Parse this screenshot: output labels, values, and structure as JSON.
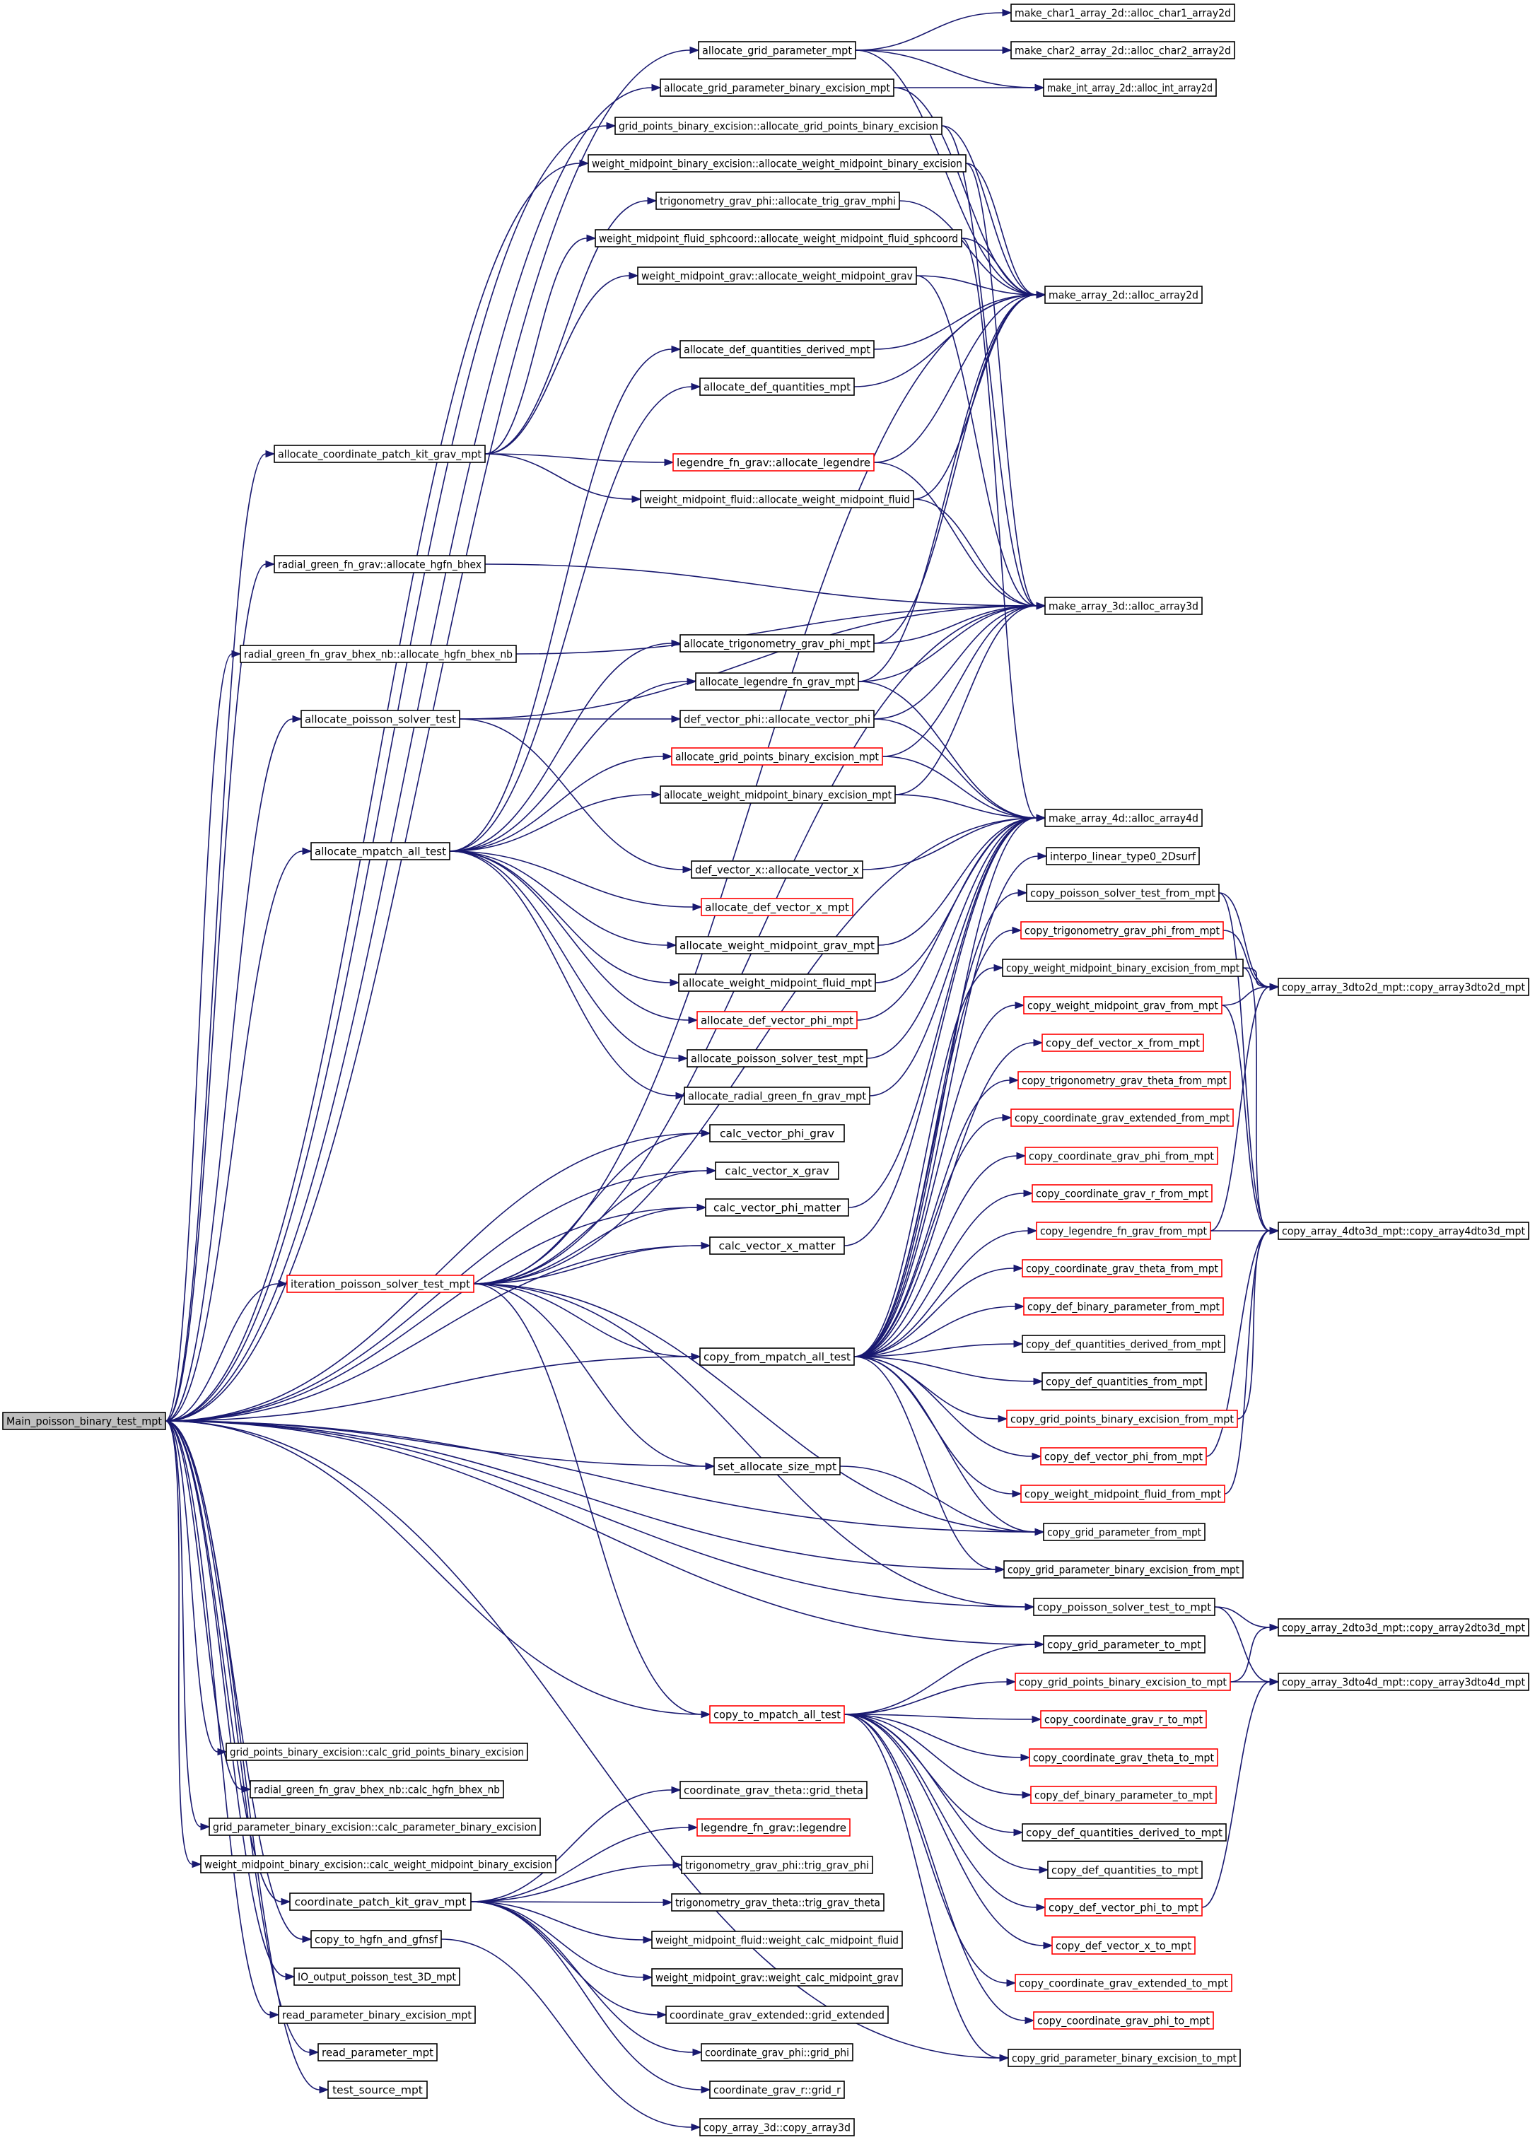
{
  "diagram": {
    "colors": {
      "edge": "#191970",
      "node_border": "#000000",
      "node_border_truncated": "#ff0000",
      "root_fill": "#bfbfbf",
      "node_fill": "#ffffff"
    },
    "nodes": [
      {
        "id": "root",
        "label": "Main_poisson_binary_test_mpt",
        "style": "root"
      },
      {
        "id": "agp",
        "label": "allocate_grid_parameter_mpt"
      },
      {
        "id": "agpbe",
        "label": "allocate_grid_parameter_binary_excision_mpt"
      },
      {
        "id": "gpbe_agp",
        "label": "grid_points_binary_excision::allocate_grid_points_binary_excision"
      },
      {
        "id": "wmbe_awm",
        "label": "weight_midpoint_binary_excision::allocate_weight_midpoint_binary_excision"
      },
      {
        "id": "tgp_atgm",
        "label": "trigonometry_grav_phi::allocate_trig_grav_mphi"
      },
      {
        "id": "wmfs_awm",
        "label": "weight_midpoint_fluid_sphcoord::allocate_weight_midpoint_fluid_sphcoord"
      },
      {
        "id": "wmg_awm",
        "label": "weight_midpoint_grav::allocate_weight_midpoint_grav"
      },
      {
        "id": "adqd",
        "label": "allocate_def_quantities_derived_mpt"
      },
      {
        "id": "adq",
        "label": "allocate_def_quantities_mpt"
      },
      {
        "id": "acpkg",
        "label": "allocate_coordinate_patch_kit_grav_mpt"
      },
      {
        "id": "lfg_al",
        "label": "legendre_fn_grav::allocate_legendre",
        "style": "truncated"
      },
      {
        "id": "wmf_awm",
        "label": "weight_midpoint_fluid::allocate_weight_midpoint_fluid"
      },
      {
        "id": "rgfg_ah",
        "label": "radial_green_fn_grav::allocate_hgfn_bhex"
      },
      {
        "id": "rgfgbn_ah",
        "label": "radial_green_fn_grav_bhex_nb::allocate_hgfn_bhex_nb"
      },
      {
        "id": "atgp",
        "label": "allocate_trigonometry_grav_phi_mpt"
      },
      {
        "id": "alfg",
        "label": "allocate_legendre_fn_grav_mpt"
      },
      {
        "id": "apst",
        "label": "allocate_poisson_solver_test"
      },
      {
        "id": "dvp_av",
        "label": "def_vector_phi::allocate_vector_phi"
      },
      {
        "id": "agpbe2",
        "label": "allocate_grid_points_binary_excision_mpt",
        "style": "truncated"
      },
      {
        "id": "awmbe",
        "label": "allocate_weight_midpoint_binary_excision_mpt"
      },
      {
        "id": "amat",
        "label": "allocate_mpatch_all_test"
      },
      {
        "id": "dvx_av",
        "label": "def_vector_x::allocate_vector_x"
      },
      {
        "id": "adv_x",
        "label": "allocate_def_vector_x_mpt",
        "style": "truncated"
      },
      {
        "id": "awmg",
        "label": "allocate_weight_midpoint_grav_mpt"
      },
      {
        "id": "awmf",
        "label": "allocate_weight_midpoint_fluid_mpt"
      },
      {
        "id": "adv_phi",
        "label": "allocate_def_vector_phi_mpt",
        "style": "truncated"
      },
      {
        "id": "apstm",
        "label": "allocate_poisson_solver_test_mpt"
      },
      {
        "id": "argfg",
        "label": "allocate_radial_green_fn_grav_mpt"
      },
      {
        "id": "cvpg",
        "label": "calc_vector_phi_grav"
      },
      {
        "id": "cvxg",
        "label": "calc_vector_x_grav"
      },
      {
        "id": "cvpm",
        "label": "calc_vector_phi_matter"
      },
      {
        "id": "cvxm",
        "label": "calc_vector_x_matter"
      },
      {
        "id": "ipst",
        "label": "iteration_poisson_solver_test_mpt",
        "style": "truncated"
      },
      {
        "id": "cfmat",
        "label": "copy_from_mpatch_all_test"
      },
      {
        "id": "sas",
        "label": "set_allocate_size_mpt"
      },
      {
        "id": "ctmat",
        "label": "copy_to_mpatch_all_test",
        "style": "truncated"
      },
      {
        "id": "gpbe_calc",
        "label": "grid_points_binary_excision::calc_grid_points_binary_excision"
      },
      {
        "id": "rgfgbn_calc",
        "label": "radial_green_fn_grav_bhex_nb::calc_hgfn_bhex_nb"
      },
      {
        "id": "gpbe_calcp",
        "label": "grid_parameter_binary_excision::calc_parameter_binary_excision"
      },
      {
        "id": "wmbe_calc",
        "label": "weight_midpoint_binary_excision::calc_weight_midpoint_binary_excision"
      },
      {
        "id": "cpkg",
        "label": "coordinate_patch_kit_grav_mpt"
      },
      {
        "id": "cthg",
        "label": "copy_to_hgfn_and_gfnsf"
      },
      {
        "id": "iop",
        "label": "IO_output_poisson_test_3D_mpt"
      },
      {
        "id": "rpbe",
        "label": "read_parameter_binary_excision_mpt"
      },
      {
        "id": "rp",
        "label": "read_parameter_mpt"
      },
      {
        "id": "tsm",
        "label": "test_source_mpt"
      },
      {
        "id": "mc1",
        "label": "make_char1_array_2d::alloc_char1_array2d"
      },
      {
        "id": "mc2",
        "label": "make_char2_array_2d::alloc_char2_array2d"
      },
      {
        "id": "mi2",
        "label": "make_int_array_2d::alloc_int_array2d"
      },
      {
        "id": "m2d",
        "label": "make_array_2d::alloc_array2d"
      },
      {
        "id": "m3d",
        "label": "make_array_3d::alloc_array3d"
      },
      {
        "id": "m4d",
        "label": "make_array_4d::alloc_array4d"
      },
      {
        "id": "ilt",
        "label": "interpo_linear_type0_2Dsurf"
      },
      {
        "id": "cpstf",
        "label": "copy_poisson_solver_test_from_mpt"
      },
      {
        "id": "ctgpf",
        "label": "copy_trigonometry_grav_phi_from_mpt",
        "style": "truncated"
      },
      {
        "id": "cwmbef",
        "label": "copy_weight_midpoint_binary_excision_from_mpt"
      },
      {
        "id": "cwmgf",
        "label": "copy_weight_midpoint_grav_from_mpt",
        "style": "truncated"
      },
      {
        "id": "cdvxf",
        "label": "copy_def_vector_x_from_mpt",
        "style": "truncated"
      },
      {
        "id": "ctgtf",
        "label": "copy_trigonometry_grav_theta_from_mpt",
        "style": "truncated"
      },
      {
        "id": "ccgef",
        "label": "copy_coordinate_grav_extended_from_mpt",
        "style": "truncated"
      },
      {
        "id": "ccgpf",
        "label": "copy_coordinate_grav_phi_from_mpt",
        "style": "truncated"
      },
      {
        "id": "ccgrf",
        "label": "copy_coordinate_grav_r_from_mpt",
        "style": "truncated"
      },
      {
        "id": "clfgf",
        "label": "copy_legendre_fn_grav_from_mpt",
        "style": "truncated"
      },
      {
        "id": "ccgtf",
        "label": "copy_coordinate_grav_theta_from_mpt",
        "style": "truncated"
      },
      {
        "id": "cdbpf",
        "label": "copy_def_binary_parameter_from_mpt",
        "style": "truncated"
      },
      {
        "id": "cdqdf",
        "label": "copy_def_quantities_derived_from_mpt"
      },
      {
        "id": "cdqf",
        "label": "copy_def_quantities_from_mpt"
      },
      {
        "id": "cgpbef",
        "label": "copy_grid_points_binary_excision_from_mpt",
        "style": "truncated"
      },
      {
        "id": "cdvpf",
        "label": "copy_def_vector_phi_from_mpt",
        "style": "truncated"
      },
      {
        "id": "cwmff",
        "label": "copy_weight_midpoint_fluid_from_mpt",
        "style": "truncated"
      },
      {
        "id": "cgpf",
        "label": "copy_grid_parameter_from_mpt"
      },
      {
        "id": "cgpbefm",
        "label": "copy_grid_parameter_binary_excision_from_mpt"
      },
      {
        "id": "cpstt",
        "label": "copy_poisson_solver_test_to_mpt"
      },
      {
        "id": "cgpt",
        "label": "copy_grid_parameter_to_mpt"
      },
      {
        "id": "cgpbet",
        "label": "copy_grid_points_binary_excision_to_mpt",
        "style": "truncated"
      },
      {
        "id": "ccgrt",
        "label": "copy_coordinate_grav_r_to_mpt",
        "style": "truncated"
      },
      {
        "id": "ccgtt",
        "label": "copy_coordinate_grav_theta_to_mpt",
        "style": "truncated"
      },
      {
        "id": "cdbpt",
        "label": "copy_def_binary_parameter_to_mpt",
        "style": "truncated"
      },
      {
        "id": "cdqdt",
        "label": "copy_def_quantities_derived_to_mpt"
      },
      {
        "id": "cdqt",
        "label": "copy_def_quantities_to_mpt"
      },
      {
        "id": "cdvpt",
        "label": "copy_def_vector_phi_to_mpt",
        "style": "truncated"
      },
      {
        "id": "cdvxt",
        "label": "copy_def_vector_x_to_mpt",
        "style": "truncated"
      },
      {
        "id": "ccget",
        "label": "copy_coordinate_grav_extended_to_mpt",
        "style": "truncated"
      },
      {
        "id": "ccgpt",
        "label": "copy_coordinate_grav_phi_to_mpt",
        "style": "truncated"
      },
      {
        "id": "cgpbetm",
        "label": "copy_grid_parameter_binary_excision_to_mpt"
      },
      {
        "id": "ca3d2d",
        "label": "copy_array_3dto2d_mpt::copy_array3dto2d_mpt"
      },
      {
        "id": "ca4d3d",
        "label": "copy_array_4dto3d_mpt::copy_array4dto3d_mpt"
      },
      {
        "id": "ca2d3d",
        "label": "copy_array_2dto3d_mpt::copy_array2dto3d_mpt"
      },
      {
        "id": "ca3d4d",
        "label": "copy_array_3dto4d_mpt::copy_array3dto4d_mpt"
      },
      {
        "id": "cgt_gt",
        "label": "coordinate_grav_theta::grid_theta"
      },
      {
        "id": "lfg_l",
        "label": "legendre_fn_grav::legendre",
        "style": "truncated"
      },
      {
        "id": "tgp_t",
        "label": "trigonometry_grav_phi::trig_grav_phi"
      },
      {
        "id": "tgt_t",
        "label": "trigonometry_grav_theta::trig_grav_theta"
      },
      {
        "id": "wmf_wc",
        "label": "weight_midpoint_fluid::weight_calc_midpoint_fluid"
      },
      {
        "id": "wmg_wc",
        "label": "weight_midpoint_grav::weight_calc_midpoint_grav"
      },
      {
        "id": "cge_ge",
        "label": "coordinate_grav_extended::grid_extended"
      },
      {
        "id": "cgp_gp",
        "label": "coordinate_grav_phi::grid_phi"
      },
      {
        "id": "cgr_gr",
        "label": "coordinate_grav_r::grid_r"
      },
      {
        "id": "ca3d_ca",
        "label": "copy_array_3d::copy_array3d"
      }
    ]
  }
}
